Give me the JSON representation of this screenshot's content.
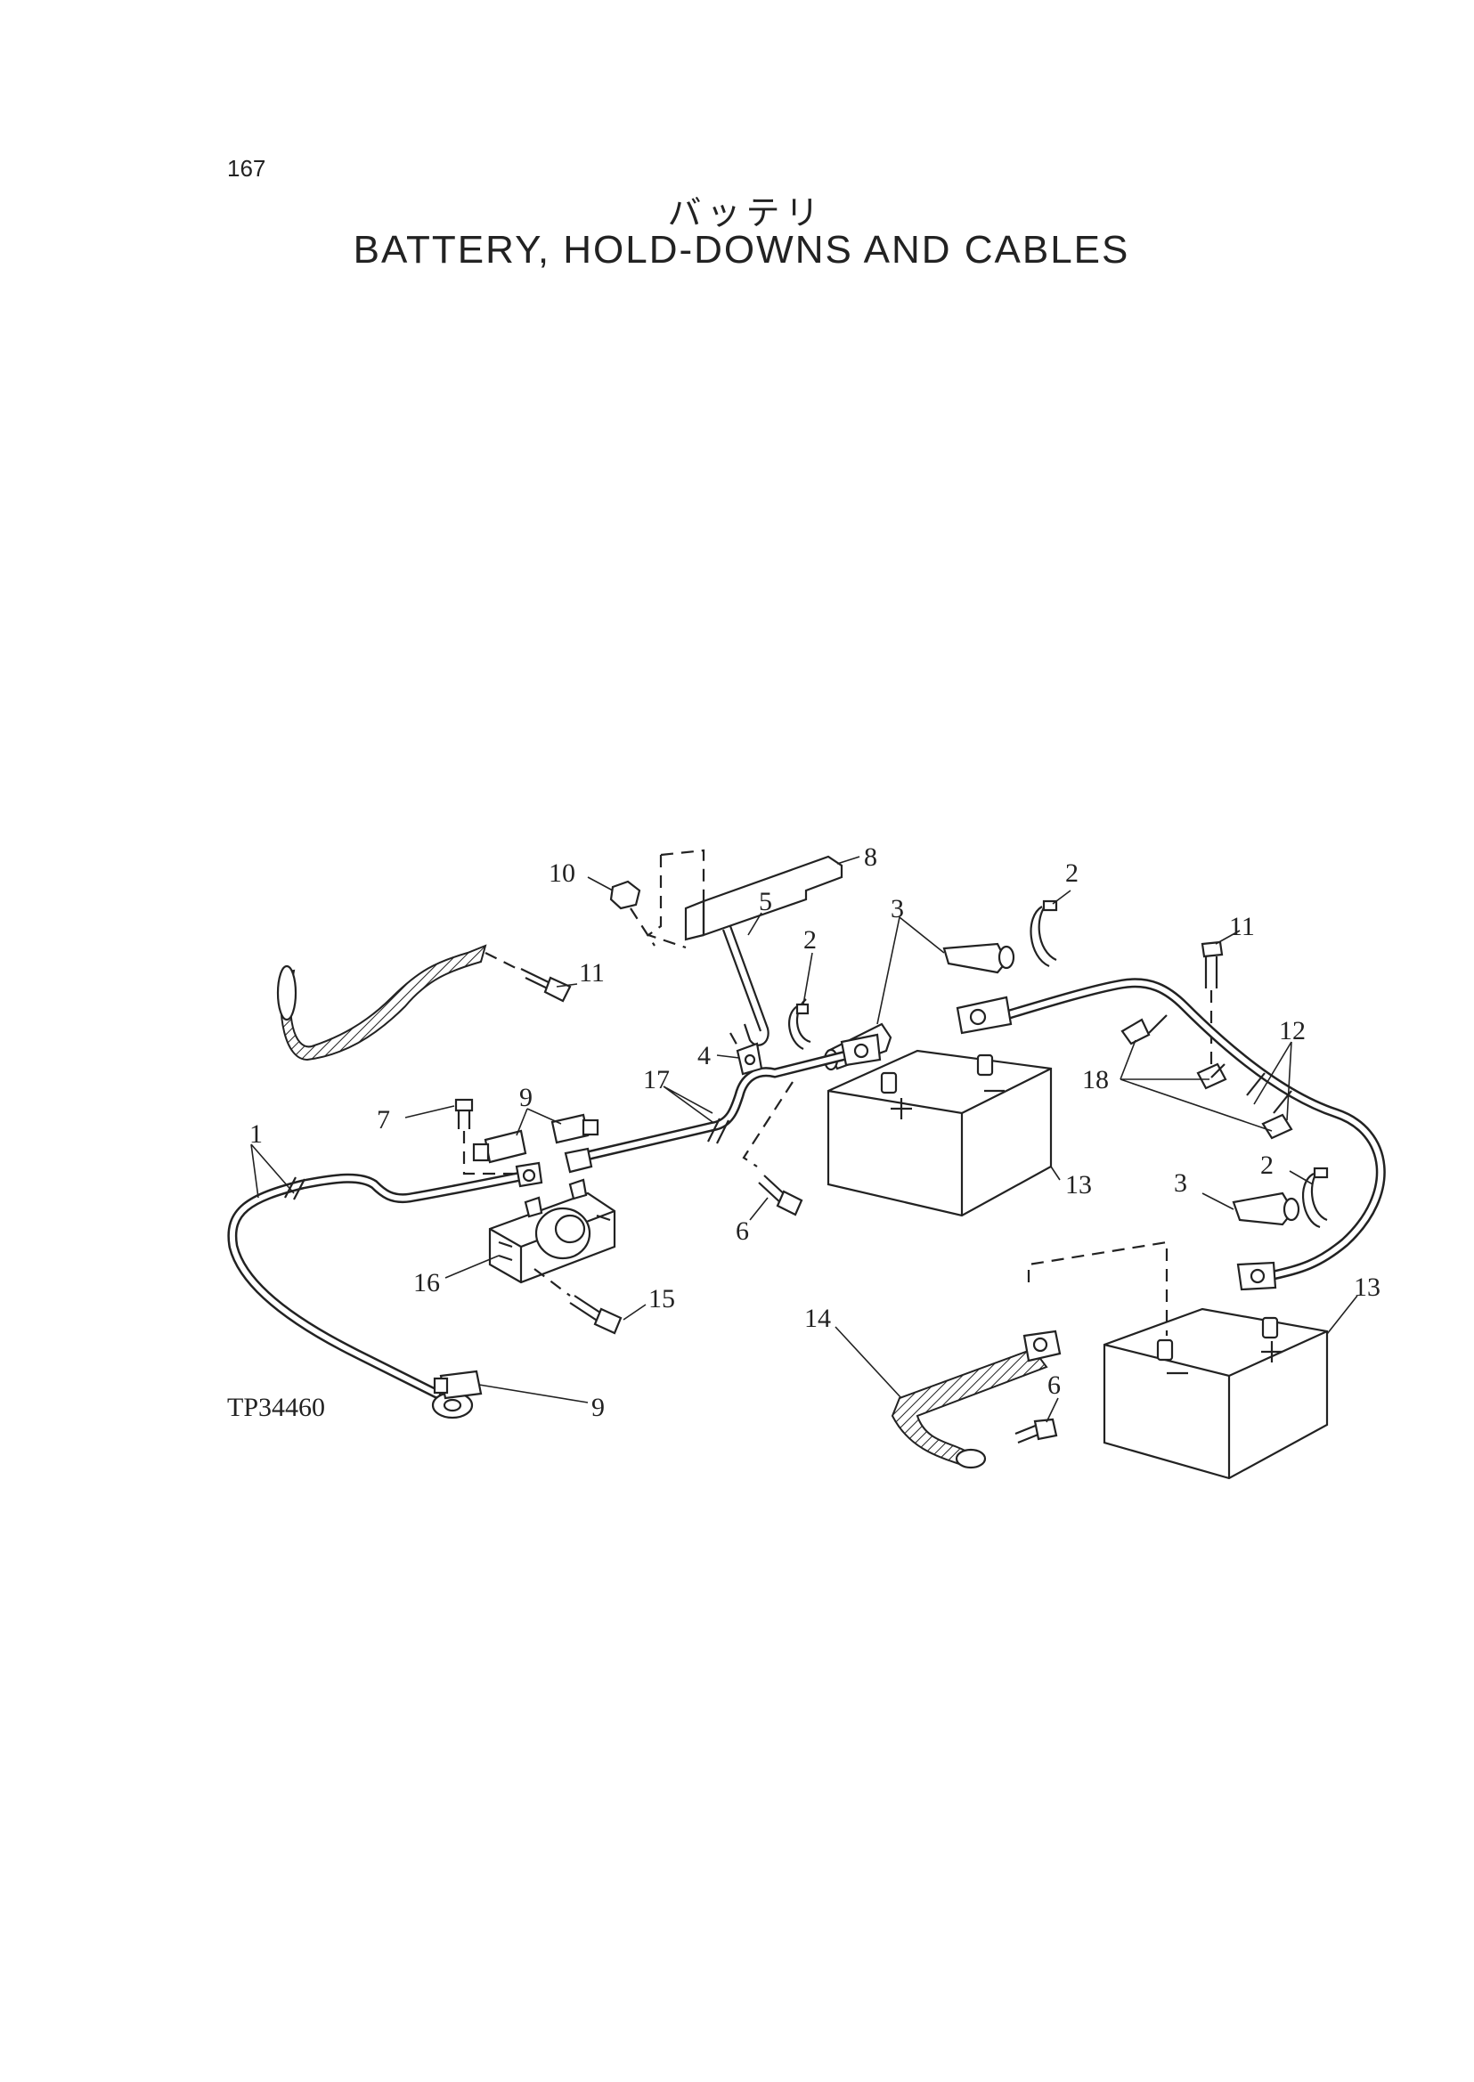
{
  "page": {
    "number": "167",
    "title_jp": "バッテリ",
    "title_en": "BATTERY, HOLD-DOWNS AND CABLES",
    "figure_id": "TP34460"
  },
  "callouts": [
    "10",
    "8",
    "2",
    "3",
    "11",
    "5",
    "2",
    "11",
    "4",
    "17",
    "7",
    "9",
    "1",
    "6",
    "12",
    "18",
    "2",
    "3",
    "13",
    "16",
    "15",
    "14",
    "13",
    "6",
    "9"
  ],
  "icons": [
    "battery-icon",
    "hold-down-bracket-icon",
    "bolt-icon",
    "nut-icon",
    "terminal-cover-icon",
    "ground-strap-icon",
    "battery-switch-icon"
  ]
}
